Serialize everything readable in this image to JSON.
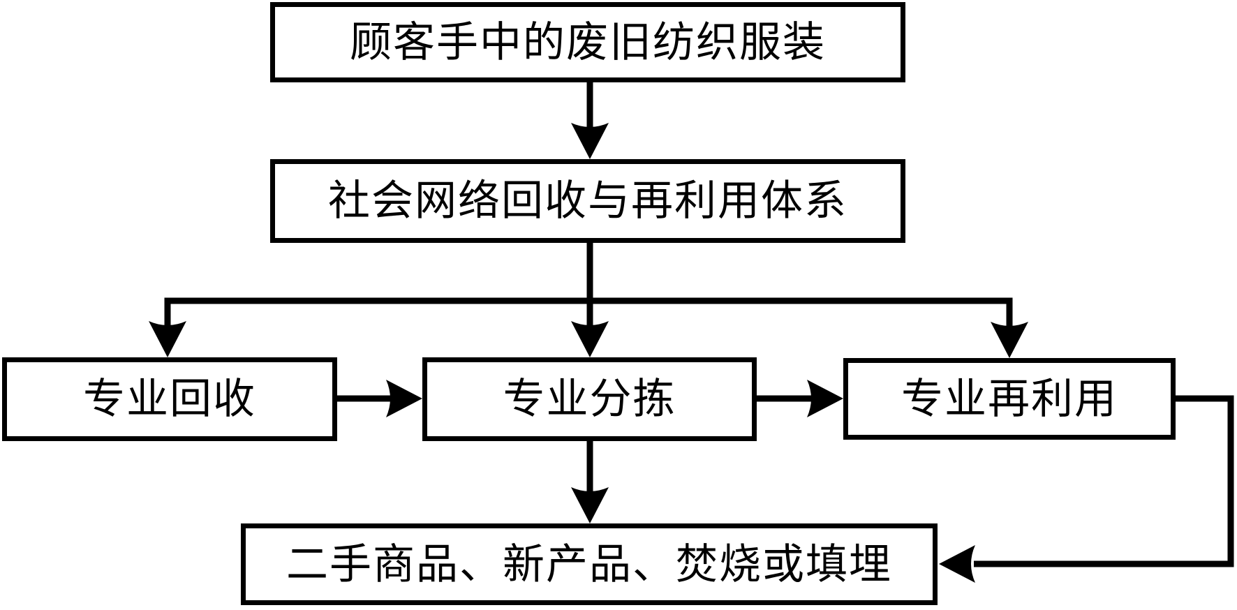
{
  "diagram": {
    "type": "flowchart",
    "background_color": "#ffffff",
    "line_color": "#000000",
    "text_color": "#000000"
  },
  "nodes": {
    "customer": {
      "label": "顾客手中的废旧纺织服装"
    },
    "network": {
      "label": "社会网络回收与再利用体系"
    },
    "recycle": {
      "label": "专业回收"
    },
    "sort": {
      "label": "专业分拣"
    },
    "reuse": {
      "label": "专业再利用"
    },
    "output": {
      "label": "二手商品、新产品、焚烧或填埋"
    }
  },
  "edges": [
    {
      "from": "customer",
      "to": "network",
      "direction": "down"
    },
    {
      "from": "network",
      "to": "recycle",
      "direction": "down"
    },
    {
      "from": "network",
      "to": "sort",
      "direction": "down"
    },
    {
      "from": "network",
      "to": "reuse",
      "direction": "down"
    },
    {
      "from": "recycle",
      "to": "sort",
      "direction": "right"
    },
    {
      "from": "sort",
      "to": "reuse",
      "direction": "right"
    },
    {
      "from": "sort",
      "to": "output",
      "direction": "down"
    },
    {
      "from": "reuse",
      "to": "output",
      "direction": "around-right-then-left"
    }
  ]
}
